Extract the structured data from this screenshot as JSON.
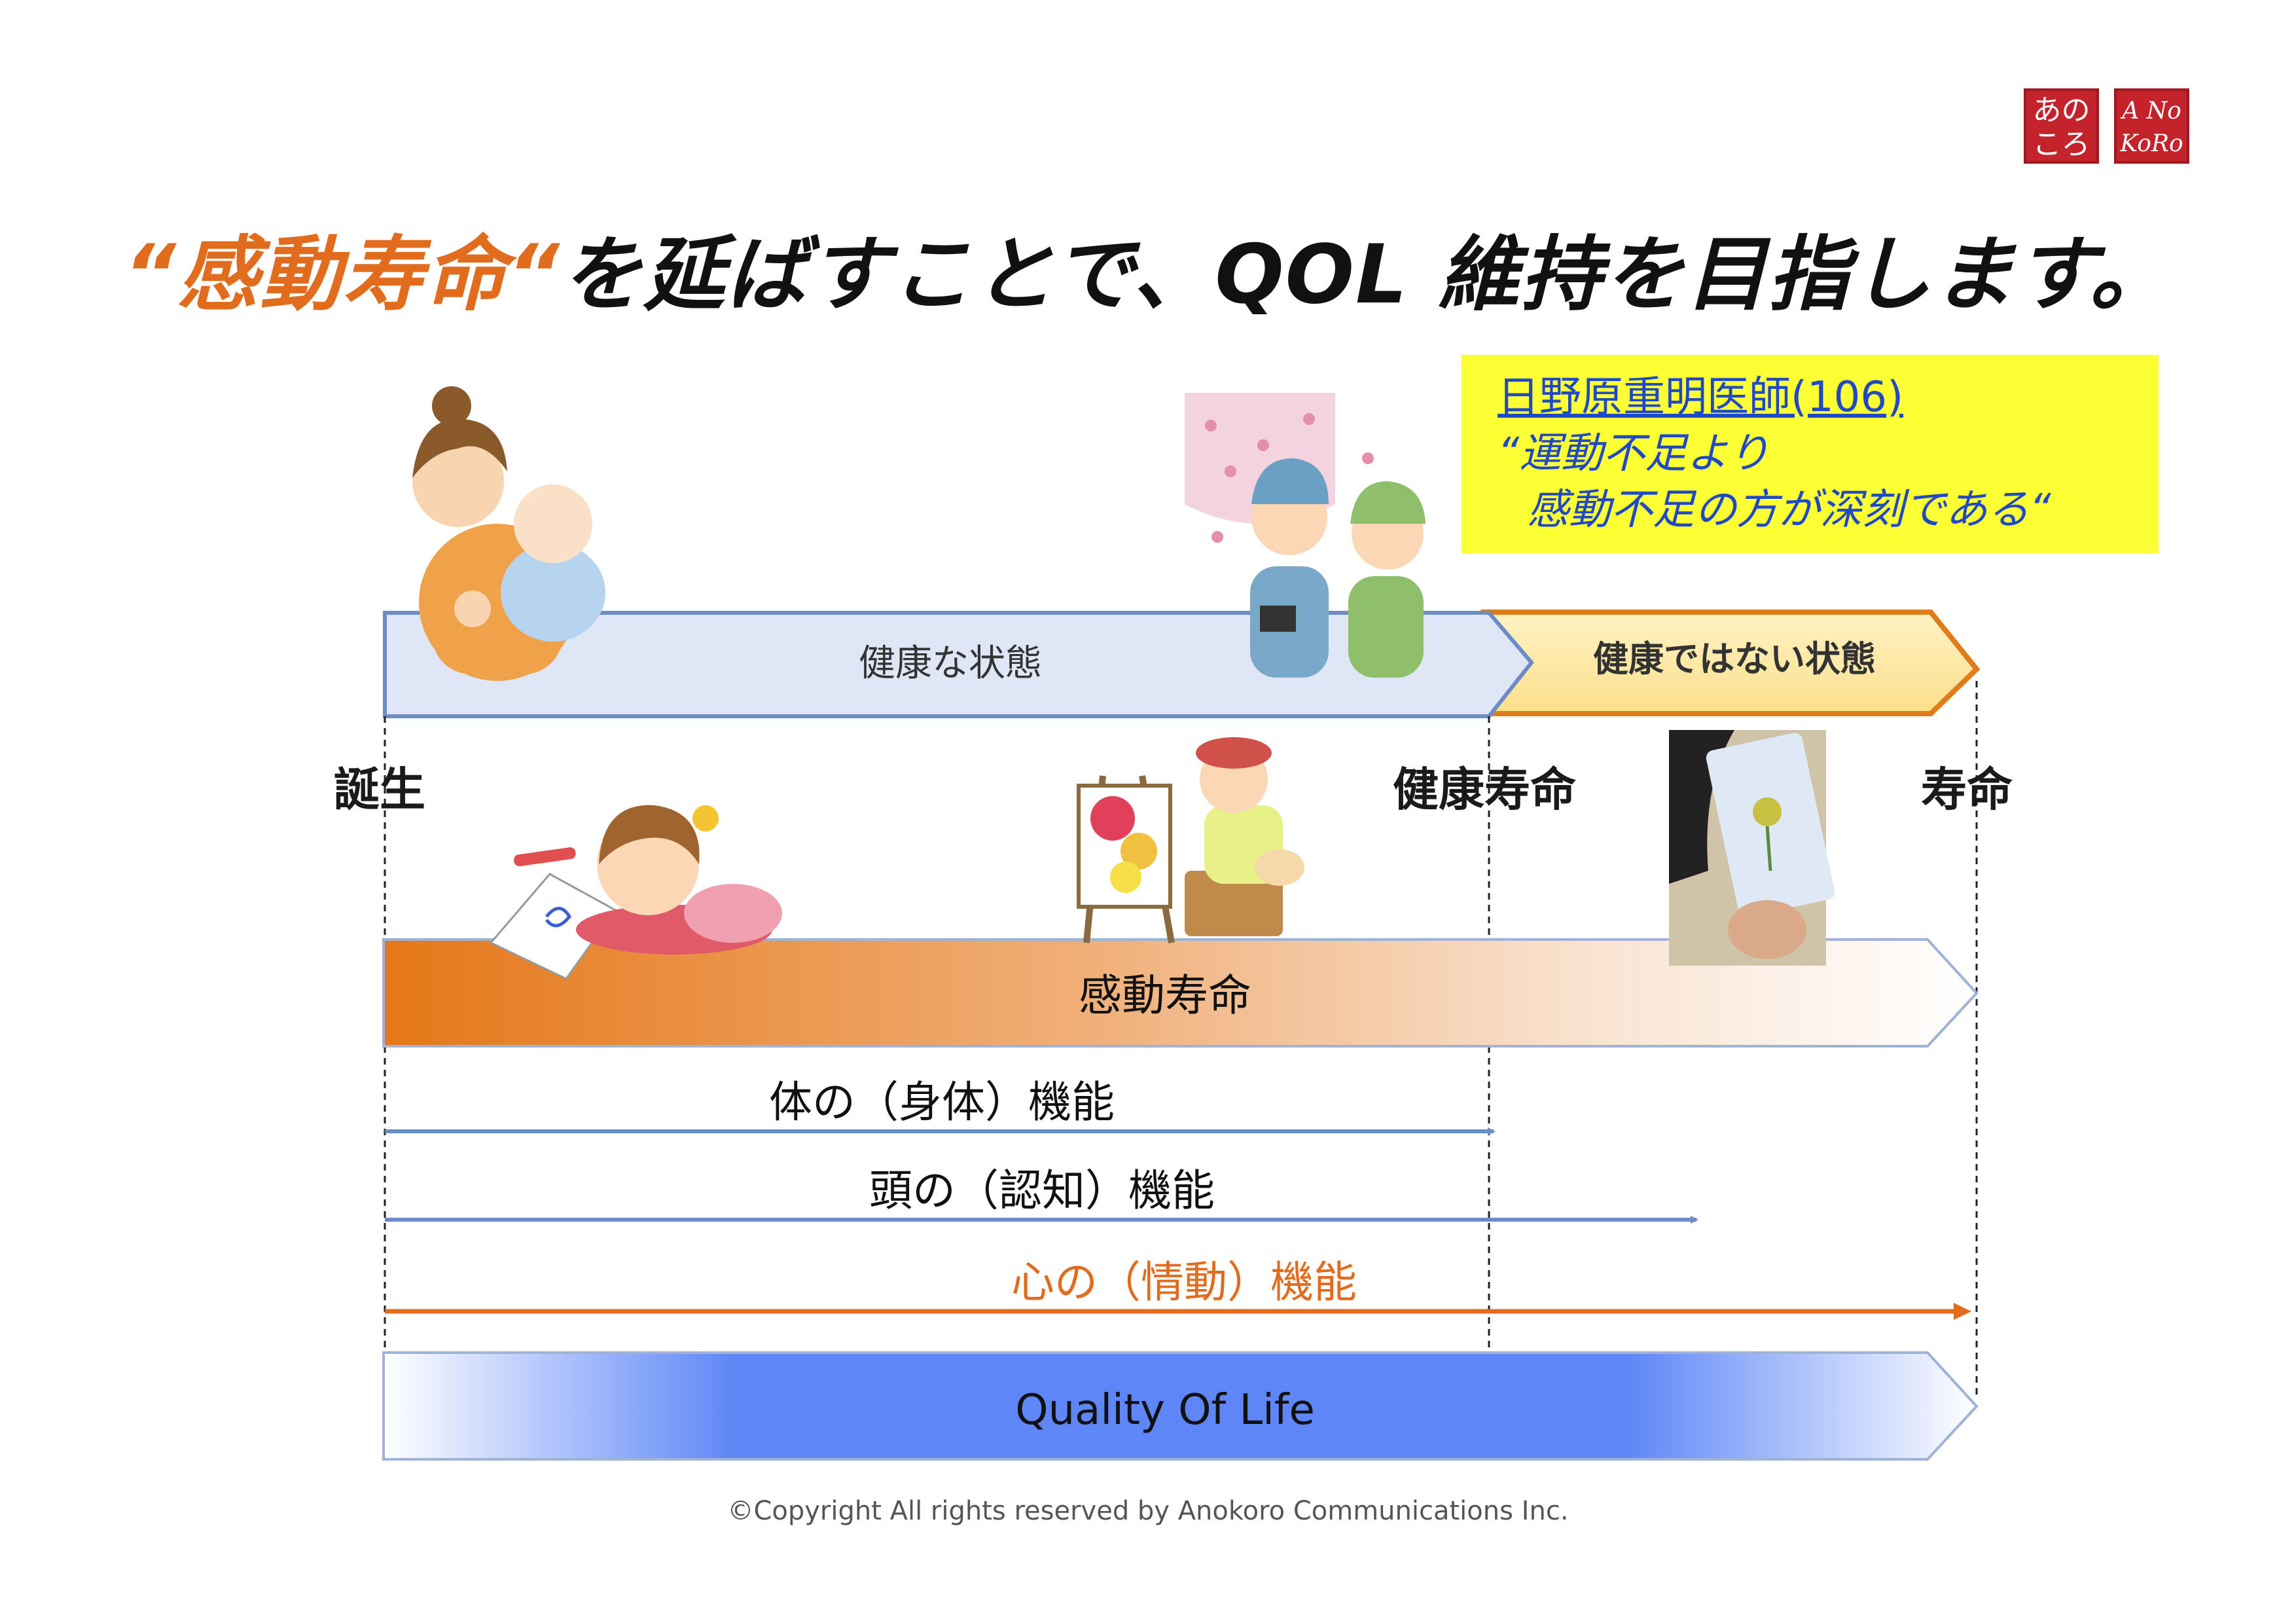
{
  "logos": {
    "logo1_line1": "あの",
    "logo1_line2": "ころ",
    "logo2_line1": "A No",
    "logo2_line2": "KoRo",
    "brand_color": "#c4232b"
  },
  "title": {
    "highlight": "“感動寿命“",
    "rest": "を延ばすことで、QOL 維持を目指します。",
    "highlight_color": "#e26c1e"
  },
  "quote": {
    "name": "日野原重明医師(106)",
    "line1": "“運動不足より",
    "line2": "感動不足の方が深刻である“",
    "bg_color": "#fbff33",
    "text_color": "#1f49c7"
  },
  "states": {
    "healthy": "健康な状態",
    "unhealthy": "健康ではない状態"
  },
  "stages": {
    "birth": "誕生",
    "healthy_life": "健康寿命",
    "life": "寿命"
  },
  "bars": {
    "kando": "感動寿命",
    "qol": "Quality Of Life"
  },
  "functions": {
    "body": "体の（身体）機能",
    "head": "頭の（認知）機能",
    "heart": "心の（情動）機能"
  },
  "illustrations": {
    "mother_baby": "mother-holding-baby",
    "elderly_couple": "elderly-couple-cherry-blossom",
    "child_drawing": "child-drawing",
    "painter": "old-painter-at-easel",
    "tablet": "hand-drawing-flower-on-tablet"
  },
  "copyright": "©Copyright All rights reserved by Anokoro Communications Inc."
}
